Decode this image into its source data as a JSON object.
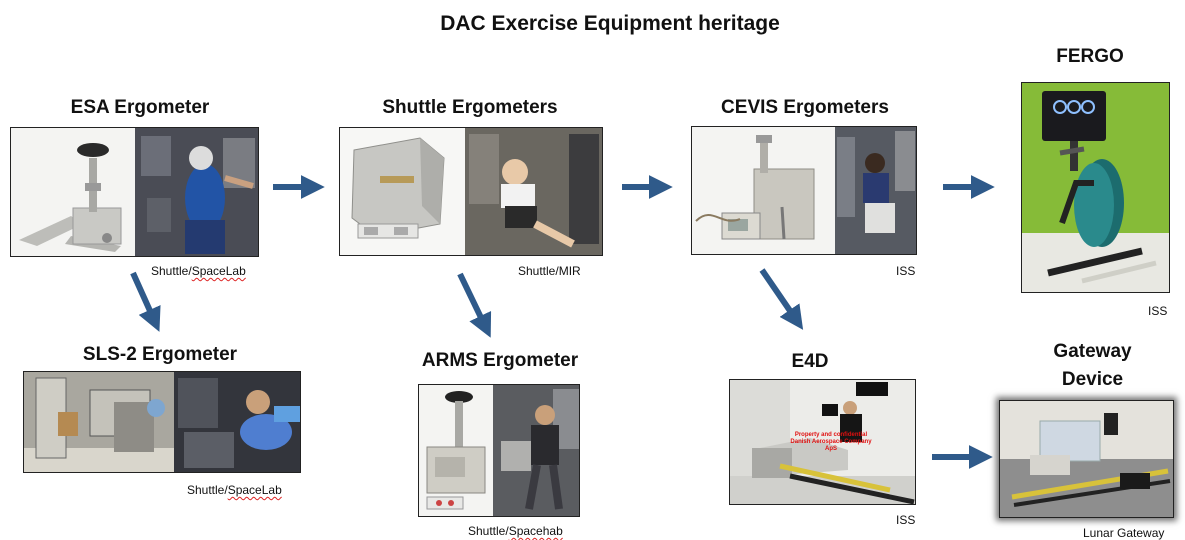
{
  "title": "DAC Exercise Equipment heritage",
  "nodes": {
    "esa": {
      "heading": "ESA Ergometer",
      "caption_a": "Shuttle/",
      "caption_b": "SpaceLab"
    },
    "shuttle": {
      "heading": "Shuttle Ergometers",
      "caption": "Shuttle/MIR"
    },
    "cevis": {
      "heading": "CEVIS Ergometers",
      "caption": "ISS"
    },
    "fergo": {
      "heading": "FERGO",
      "caption": "ISS"
    },
    "sls2": {
      "heading": "SLS-2 Ergometer",
      "caption_a": "Shuttle/",
      "caption_b": "SpaceLab"
    },
    "arms": {
      "heading": "ARMS Ergometer",
      "caption_a": "Shuttle/",
      "caption_b": "Spacehab"
    },
    "e4d": {
      "heading": "E4D",
      "caption": "ISS",
      "banner_line1": "Property and confidential",
      "banner_line2": "Danish Aerospace Company ApS"
    },
    "gateway": {
      "heading_line1": "Gateway",
      "heading_line2": "Device",
      "caption": "Lunar Gateway"
    }
  },
  "colors": {
    "arrow": "#2f5a8a",
    "banner_text": "#e01010"
  }
}
